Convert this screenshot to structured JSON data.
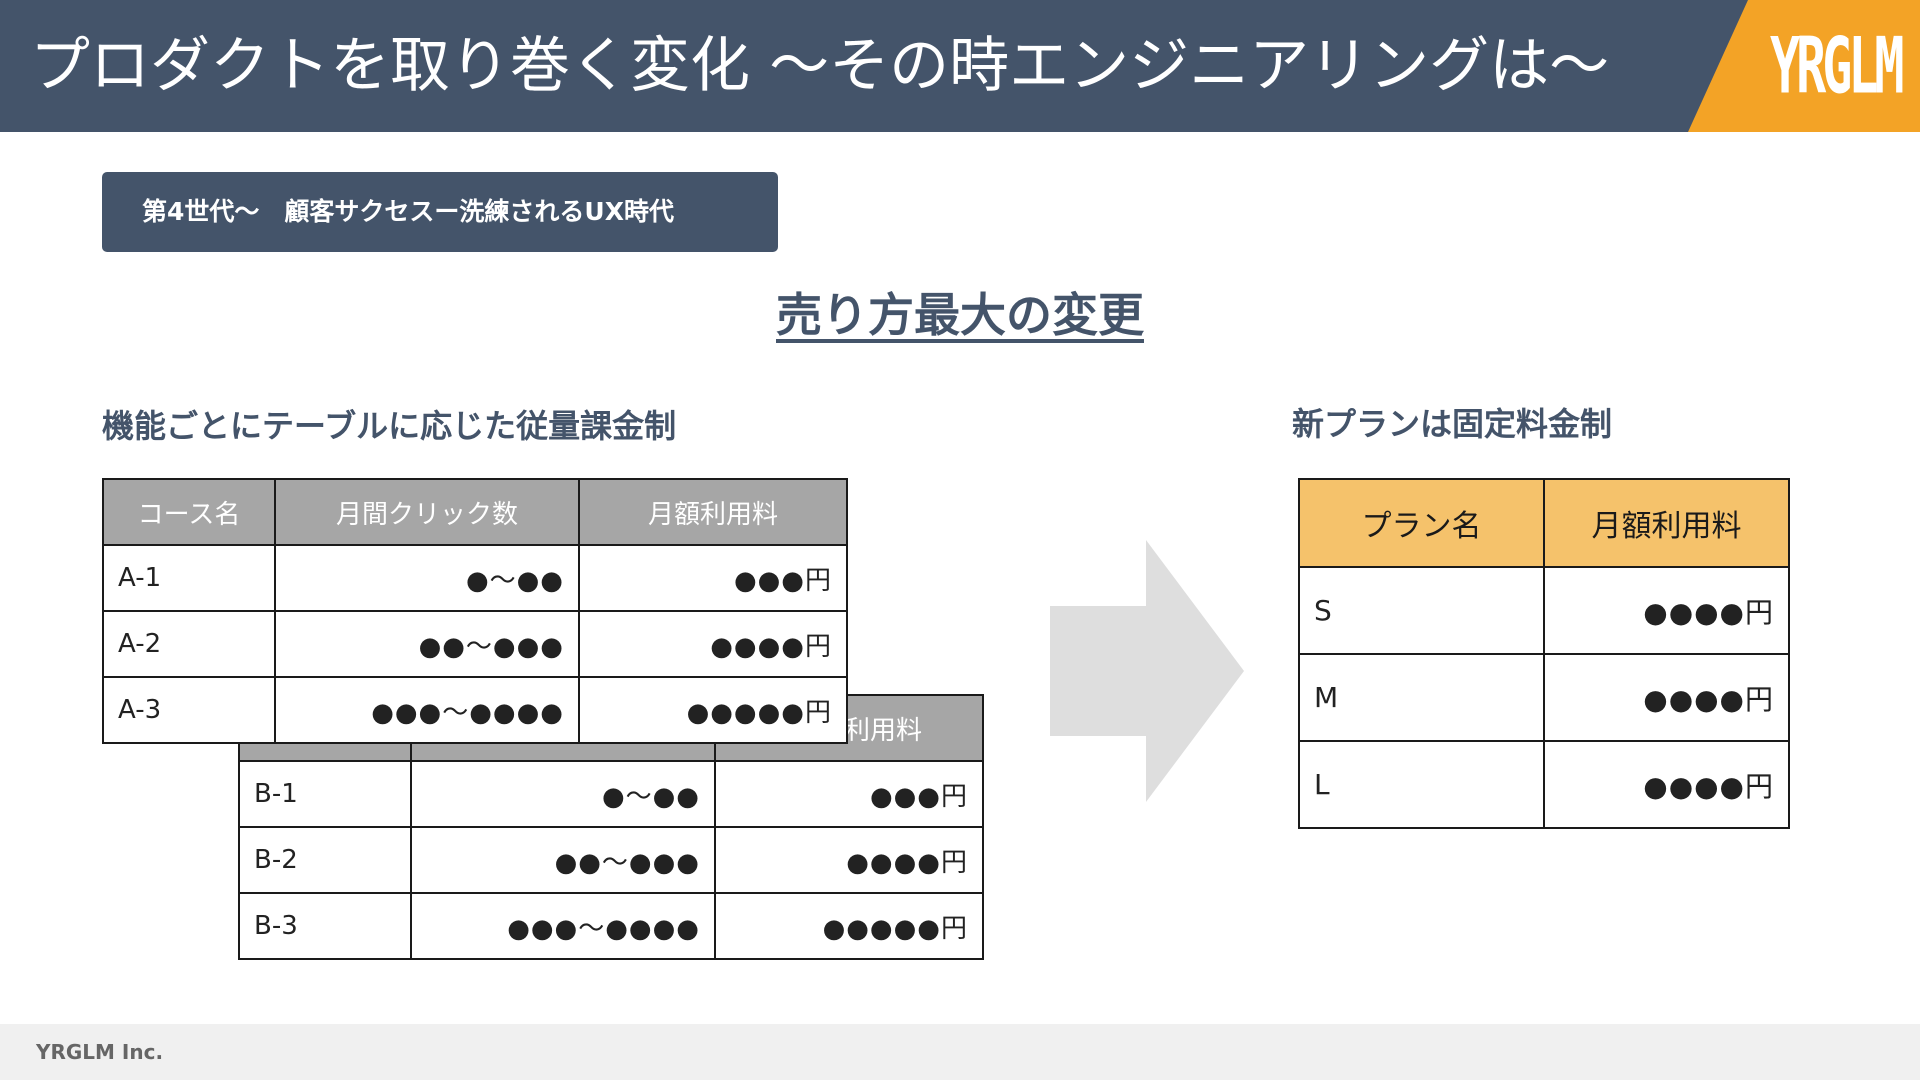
{
  "header": {
    "title": "プロダクトを取り巻く変化 ～その時エンジニアリングは～",
    "logo": "YRGLM",
    "accent_color": "#f3a326",
    "bar_color": "#44546a"
  },
  "badge": {
    "label": "第4世代～　顧客サクセスー洗練されるUX時代"
  },
  "main_heading": "売り方最大の変更",
  "left_section": {
    "heading": "機能ごとにテーブルに応じた従量課金制",
    "columns": [
      "コース名",
      "月間クリック数",
      "月額利用料"
    ],
    "table_a": [
      [
        "A-1",
        "●～●●",
        "●●●円"
      ],
      [
        "A-2",
        "●●～●●●",
        "●●●●円"
      ],
      [
        "A-3",
        "●●●～●●●●",
        "●●●●●円"
      ]
    ],
    "table_b_header_visible": "利用料",
    "table_b": [
      [
        "B-1",
        "●～●●",
        "●●●円"
      ],
      [
        "B-2",
        "●●～●●●",
        "●●●●円"
      ],
      [
        "B-3",
        "●●●～●●●●",
        "●●●●●円"
      ]
    ]
  },
  "right_section": {
    "heading": "新プランは固定料金制",
    "columns": [
      "プラン名",
      "月額利用料"
    ],
    "rows": [
      [
        "S",
        "●●●●円"
      ],
      [
        "M",
        "●●●●円"
      ],
      [
        "L",
        "●●●●円"
      ]
    ],
    "header_color": "#f5c26b"
  },
  "footer": {
    "company": "YRGLM Inc."
  },
  "icons": {
    "arrow": "right-arrow-icon"
  }
}
